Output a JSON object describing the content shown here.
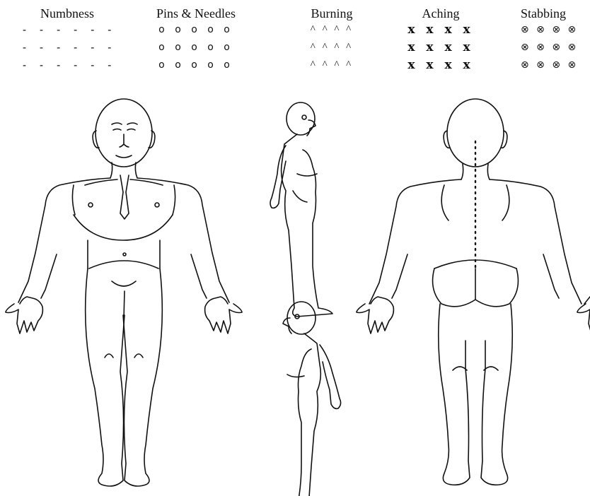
{
  "legend": {
    "columns": [
      {
        "label": "Numbness",
        "symbol": "- - - - - -"
      },
      {
        "label": "Pins & Needles",
        "symbol": "o o o o o"
      },
      {
        "label": "Burning",
        "symbol": "^ ^ ^ ^"
      },
      {
        "label": "Aching",
        "symbol": "x x x x"
      },
      {
        "label": "Stabbing",
        "symbol": "⊗ ⊗ ⊗ ⊗"
      }
    ]
  },
  "figures": [
    "front-view",
    "side-view-right",
    "side-view-left",
    "back-view"
  ]
}
